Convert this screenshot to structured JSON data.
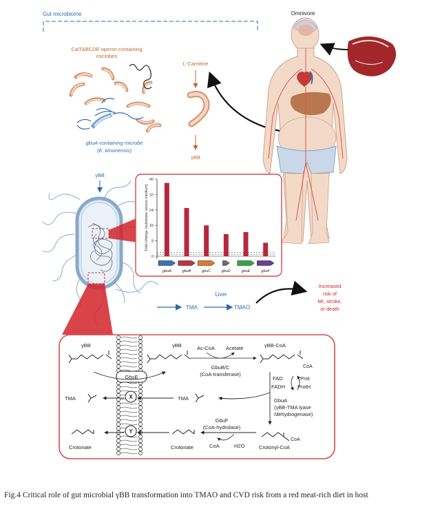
{
  "labels": {
    "gut_microbiome": "Gut microbiome",
    "omnivore": "Omnivore",
    "cai_operon_line1": "CaiTABCDE operon-containing",
    "cai_operon_line2": "microbes",
    "gbua_microbe_line1": "gbuA-containing microbe",
    "gbua_microbe_line2": "(E. timonensis)",
    "l_carnitine": "L-Carnitine",
    "gamma_bb_top": "γBB",
    "gamma_bb_cell": "γBB",
    "liver": "Liver",
    "tma": "TMA",
    "tmao": "TMAO",
    "risk_line1": "Increased",
    "risk_line2": "risk of",
    "risk_line3": "MI, stroke,",
    "risk_line4": "or death"
  },
  "chart_data": {
    "type": "bar",
    "categories": [
      "gbuA",
      "gbuB",
      "gbuC",
      "gbuD",
      "gbuE",
      "gbuF"
    ],
    "values": [
      38,
      25,
      16,
      11.5,
      12.5,
      7
    ],
    "ylabel": "Fold-change (substrate versus medium)",
    "ylim": [
      0,
      40
    ],
    "yticks": [
      0,
      8,
      16,
      24,
      32,
      40
    ],
    "threshold_lines": [
      1,
      2
    ],
    "gene_colors": [
      "#3b6fb6",
      "#c0303f",
      "#e07a2c",
      "#6b6b6b",
      "#3aa04a",
      "#6b3e8e"
    ],
    "bar_color": "#b5273d"
  },
  "pathway": {
    "gbb_left": "γBB",
    "gbb_mid": "γBB",
    "ac_coa": "Ac-CoA",
    "acetate": "Acetate",
    "gbubc_line1": "GbuB/C",
    "gbubc_line2": "(CoA-transferase)",
    "gbb_coa": "γBB-CoA",
    "coa_right": "CoA",
    "gbue": "GbuE",
    "fad": "FAD",
    "fadh": "FADH",
    "prot": "Prot",
    "proth": "ProtH",
    "gbua_line1": "GbuA",
    "gbua_line2": "(γBB-TMA lyase",
    "gbua_line3": "/dehydrogenase)",
    "tma_left": "TMA",
    "tma_mid": "TMA",
    "transporter_x": "X",
    "transporter_y": "Y",
    "gbuf_line1": "GbuF",
    "gbuf_line2": "(CoA-hydrolase)",
    "crotonate_left": "Crotonate",
    "crotonate_mid": "Crotonate",
    "coa_bottom": "CoA",
    "h2o": "H2O",
    "crotonyl_coa": "Crotonyl-CoA",
    "crotonyl_coa_sub": "CoA"
  },
  "caption": "Fig.4 Critical role of gut microbial γBB transformation into TMAO and CVD risk from a red meat-rich diet in host",
  "colors": {
    "blue_text": "#2f6aa8",
    "orange_text": "#c8632d",
    "red_text": "#d2232a",
    "panel_border": "#d24b4b",
    "bacteria": "#d9906a"
  }
}
